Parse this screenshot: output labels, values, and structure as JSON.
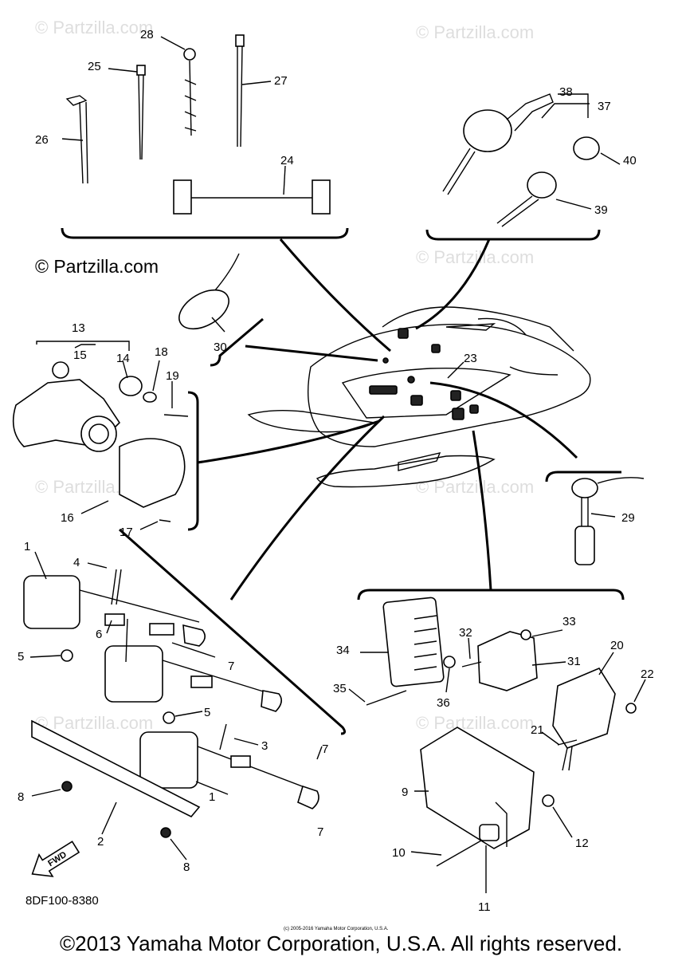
{
  "watermarks": {
    "small": "© Partzilla.com",
    "main": "© Partzilla.com"
  },
  "callouts": {
    "c1": "1",
    "c1b": "1",
    "c2": "2",
    "c3": "3",
    "c4": "4",
    "c5": "5",
    "c5b": "5",
    "c6": "6",
    "c7": "7",
    "c7b": "7",
    "c7c": "7",
    "c8": "8",
    "c8b": "8",
    "c9": "9",
    "c10": "10",
    "c11": "11",
    "c12": "12",
    "c13": "13",
    "c14": "14",
    "c15": "15",
    "c16": "16",
    "c17": "17",
    "c18": "18",
    "c19": "19",
    "c20": "20",
    "c21": "21",
    "c22": "22",
    "c23": "23",
    "c24": "24",
    "c25": "25",
    "c26": "26",
    "c27": "27",
    "c28": "28",
    "c29": "29",
    "c30": "30",
    "c31": "31",
    "c32": "32",
    "c33": "33",
    "c34": "34",
    "c35": "35",
    "c36": "36",
    "c37": "37",
    "c38": "38",
    "c39": "39",
    "c40": "40"
  },
  "fwd_label": "FWD",
  "drawing_code": "8DF100-8380",
  "small_notice": "(c) 2005-2016 Yamaha Motor Corporation, U.S.A.",
  "copyright": "©2013 Yamaha Motor Corporation, U.S.A. All rights reserved."
}
